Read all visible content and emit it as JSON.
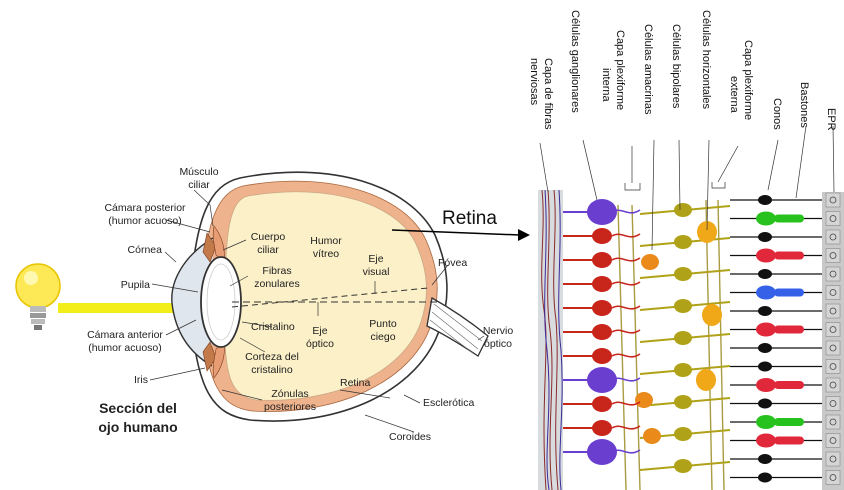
{
  "eye": {
    "title_line1": "Sección del",
    "title_line2": "ojo humano",
    "labels": {
      "musculo_ciliar_1": "Músculo",
      "musculo_ciliar_2": "ciliar",
      "camara_posterior_1": "Cámara posterior",
      "camara_posterior_2": "(humor acuoso)",
      "cornea": "Córnea",
      "pupila": "Pupila",
      "camara_anterior_1": "Cámara anterior",
      "camara_anterior_2": "(humor acuoso)",
      "iris": "Iris",
      "cuerpo_ciliar_1": "Cuerpo",
      "cuerpo_ciliar_2": "ciliar",
      "fibras_zonulares_1": "Fibras",
      "fibras_zonulares_2": "zonulares",
      "humor_vitreo_1": "Humor",
      "humor_vitreo_2": "vítreo",
      "eje_visual_1": "Eje",
      "eje_visual_2": "visual",
      "fovea": "Fóvea",
      "cristalino": "Cristalino",
      "eje_optico_1": "Eje",
      "eje_optico_2": "óptico",
      "punto_ciego_1": "Punto",
      "punto_ciego_2": "ciego",
      "nervio_optico_1": "Nervio",
      "nervio_optico_2": "óptico",
      "corteza_cristalino_1": "Corteza del",
      "corteza_cristalino_2": "cristalino",
      "retina": "Retina",
      "zonulas_posteriores_1": "Zónulas",
      "zonulas_posteriores_2": "posteriores",
      "esclerotica": "Esclerótica",
      "coroides": "Coroides"
    }
  },
  "retina_callout": "Retina",
  "layers": {
    "fibras_1": "Capa de fibras",
    "fibras_2": "nerviosas",
    "ganglionares": "Células ganglionares",
    "plexiforme_interna_1": "Capa plexiforme",
    "plexiforme_interna_2": "interna",
    "amacrinas": "Células amacrinas",
    "bipolares": "Células bipolares",
    "horizontales": "Células horizontales",
    "plexiforme_externa_1": "Capa plexiforme",
    "plexiforme_externa_2": "externa",
    "conos": "Conos",
    "bastones": "Bastones",
    "epr": "EPR"
  },
  "colors": {
    "light_beam": "#f3ee1a",
    "vitreous": "#fbf0c8",
    "sclera": "#eeb28c",
    "ganglion_purple": "#6a3fd0",
    "ganglion_red": "#c8261a",
    "bipolar": "#b0a218",
    "horizontal": "#f0a818",
    "cone_green": "#27c21d",
    "cone_red": "#e0283a",
    "cone_blue": "#3560e8",
    "rod_black": "#111111",
    "epr_gray": "#c9c9c9"
  }
}
